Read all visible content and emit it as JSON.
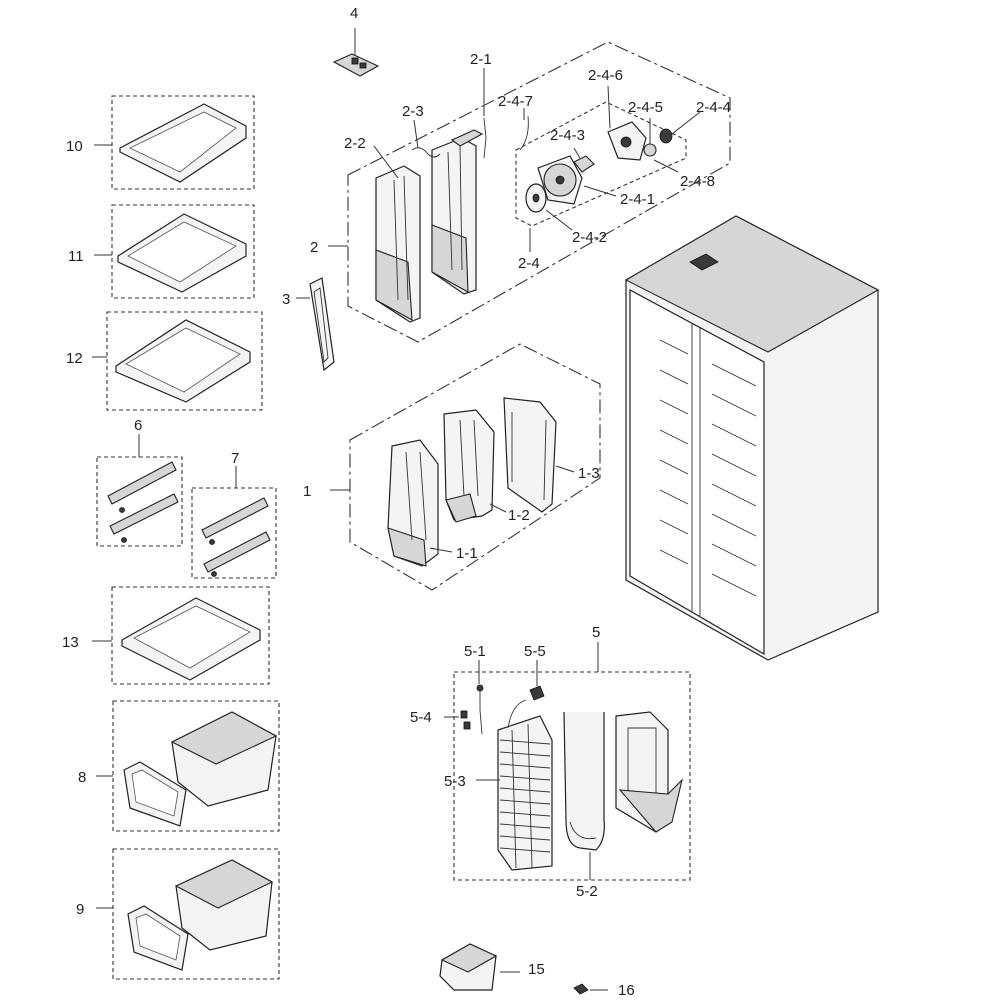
{
  "labels": {
    "l1": "1",
    "l1_1": "1-1",
    "l1_2": "1-2",
    "l1_3": "1-3",
    "l2": "2",
    "l2_1": "2-1",
    "l2_2": "2-2",
    "l2_3": "2-3",
    "l2_4": "2-4",
    "l2_4_1": "2-4-1",
    "l2_4_2": "2-4-2",
    "l2_4_3": "2-4-3",
    "l2_4_4": "2-4-4",
    "l2_4_5": "2-4-5",
    "l2_4_6": "2-4-6",
    "l2_4_7": "2-4-7",
    "l2_4_8": "2-4-8",
    "l3": "3",
    "l4": "4",
    "l5": "5",
    "l5_1": "5-1",
    "l5_2": "5-2",
    "l5_3": "5-3",
    "l5_4": "5-4",
    "l5_5": "5-5",
    "l6": "6",
    "l7": "7",
    "l8": "8",
    "l9": "9",
    "l10": "10",
    "l11": "11",
    "l12": "12",
    "l13": "13",
    "l15": "15",
    "l16": "16"
  }
}
